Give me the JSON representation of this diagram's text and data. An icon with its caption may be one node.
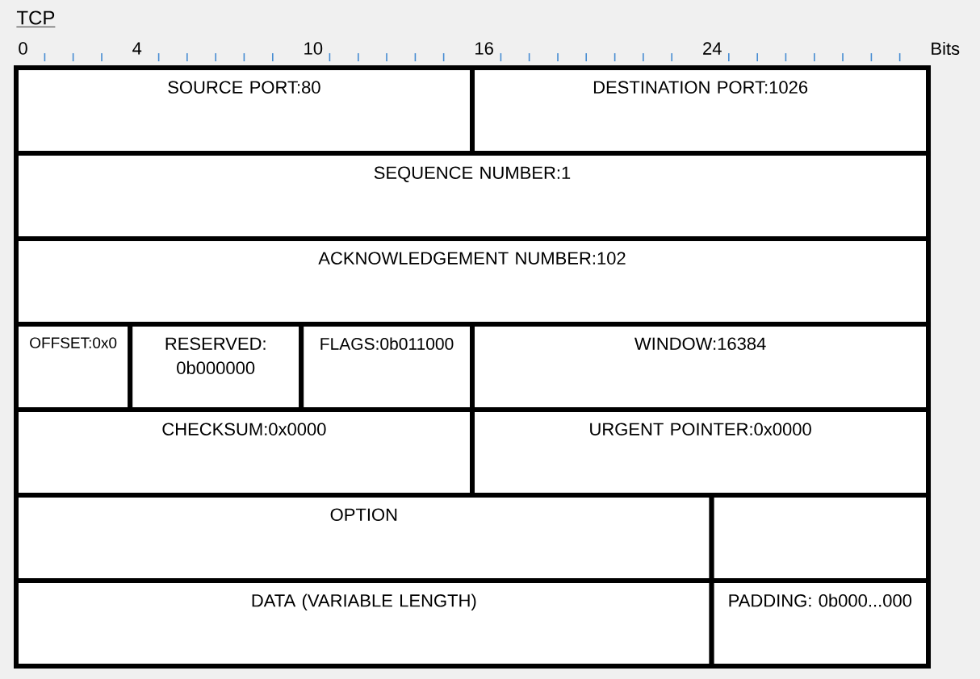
{
  "diagram": {
    "title": "TCP",
    "nodes": [
      {
        "text": [
          "SOURCE PORT:80"
        ]
      },
      {
        "text": [
          "DESTINATION PORT:1026"
        ]
      },
      {
        "text": [
          "SEQUENCE NUMBER:1"
        ]
      },
      {
        "text": [
          "ACKNOWLEDGEMENT NUMBER:102"
        ]
      },
      {
        "text": [
          "OFFSET:0x0"
        ]
      },
      {
        "text": [
          "RESERVED: 0b000000"
        ]
      },
      {
        "text": [
          "FLAGS:0b011000"
        ]
      },
      {
        "text": [
          "WINDOW:16384"
        ]
      },
      {
        "text": [
          "CHECKSUM:0x0000"
        ]
      },
      {
        "text": [
          "URGENT POINTER:0x0000"
        ]
      },
      {
        "text": [
          "OPTION"
        ]
      },
      {
        "text": [],
        "shape": "box"
      },
      {
        "text": [
          "DATA (VARIABLE LENGTH)"
        ]
      },
      {
        "text": [
          "PADDING: 0b000...000"
        ]
      }
    ],
    "edges": [],
    "labels": [
      "0",
      "4",
      "10",
      "16",
      "24",
      "Bits"
    ]
  }
}
